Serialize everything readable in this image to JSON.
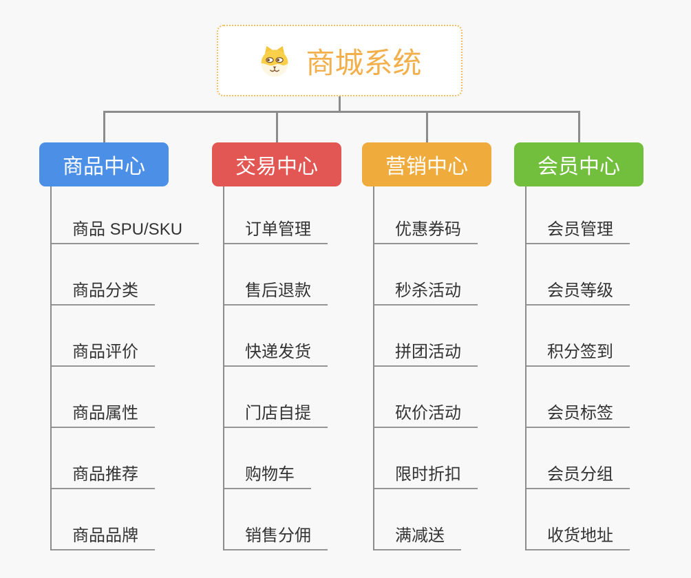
{
  "root": {
    "title": "商城系统",
    "icon": "shiba-dog-icon",
    "text_color": "#f2af4c",
    "border_color": "#f5bc5e",
    "background": "#ffffff"
  },
  "canvas": {
    "background_color": "#f8f8f8",
    "connector_color": "#8c8c8c",
    "underline_color": "#949494",
    "leaf_text_color": "#333333"
  },
  "branches": [
    {
      "id": "product-center",
      "label": "商品中心",
      "color": "#4b8fe6",
      "children": [
        "商品 SPU/SKU",
        "商品分类",
        "商品评价",
        "商品属性",
        "商品推荐",
        "商品品牌"
      ]
    },
    {
      "id": "trade-center",
      "label": "交易中心",
      "color": "#e25754",
      "children": [
        "订单管理",
        "售后退款",
        "快递发货",
        "门店自提",
        "购物车",
        "销售分佣"
      ]
    },
    {
      "id": "marketing-center",
      "label": "营销中心",
      "color": "#efac3d",
      "children": [
        "优惠券码",
        "秒杀活动",
        "拼团活动",
        "砍价活动",
        "限时折扣",
        "满减送"
      ]
    },
    {
      "id": "member-center",
      "label": "会员中心",
      "color": "#72be3d",
      "children": [
        "会员管理",
        "会员等级",
        "积分签到",
        "会员标签",
        "会员分组",
        "收货地址"
      ]
    }
  ]
}
